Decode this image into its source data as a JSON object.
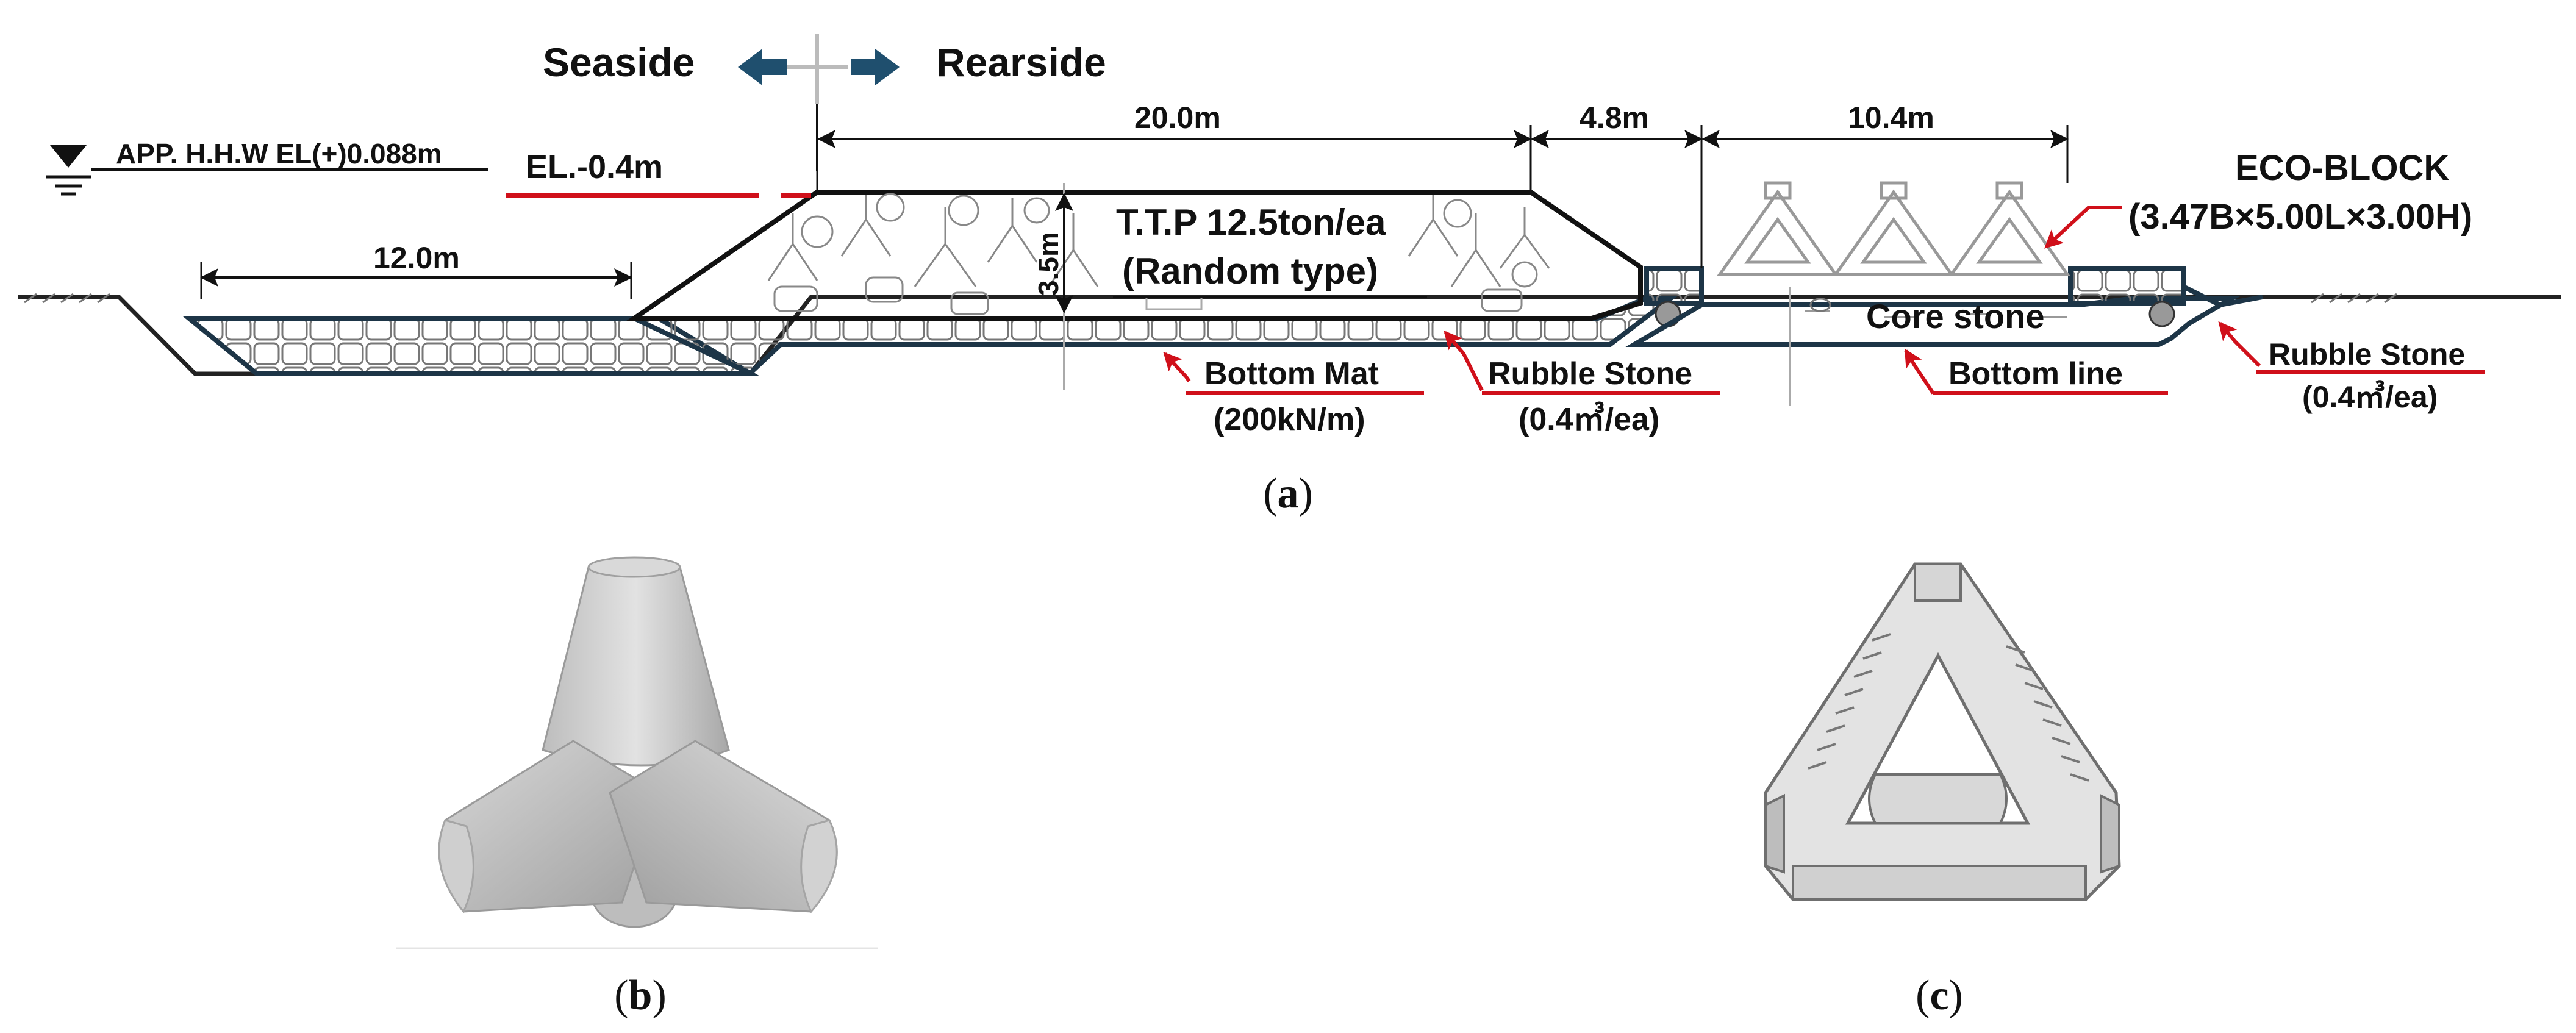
{
  "section_a": {
    "seaside": "Seaside",
    "rearside": "Rearside",
    "water_level": "APP. H.H.W EL(+)0.088m",
    "crest_elevation": "EL.-0.4m",
    "dim_left_mat": "12.0m",
    "dim_crest": "20.0m",
    "dim_gap": "4.8m",
    "dim_eco": "10.4m",
    "dim_height": "3.5m",
    "ttp_line1": "T.T.P 12.5ton/ea",
    "ttp_line2": "(Random type)",
    "eco_title": "ECO-BLOCK",
    "eco_dims": "(3.47B×5.00L×3.00H)",
    "core_stone": "Core stone",
    "bottom_mat": "Bottom Mat",
    "bottom_mat_spec": "(200kN/m)",
    "rubble_center": "Rubble Stone",
    "rubble_center_spec": "(0.4㎥/ea)",
    "bottom_line": "Bottom line",
    "rubble_right": "Rubble Stone",
    "rubble_right_spec": "(0.4㎥/ea)",
    "caption": "a"
  },
  "section_b": {
    "caption": "b"
  },
  "section_c": {
    "caption": "c"
  },
  "colors": {
    "leader_red": "#d0101a",
    "dim_arrow_blue": "#1f4f6e",
    "mat_outline": "#1d3547"
  }
}
